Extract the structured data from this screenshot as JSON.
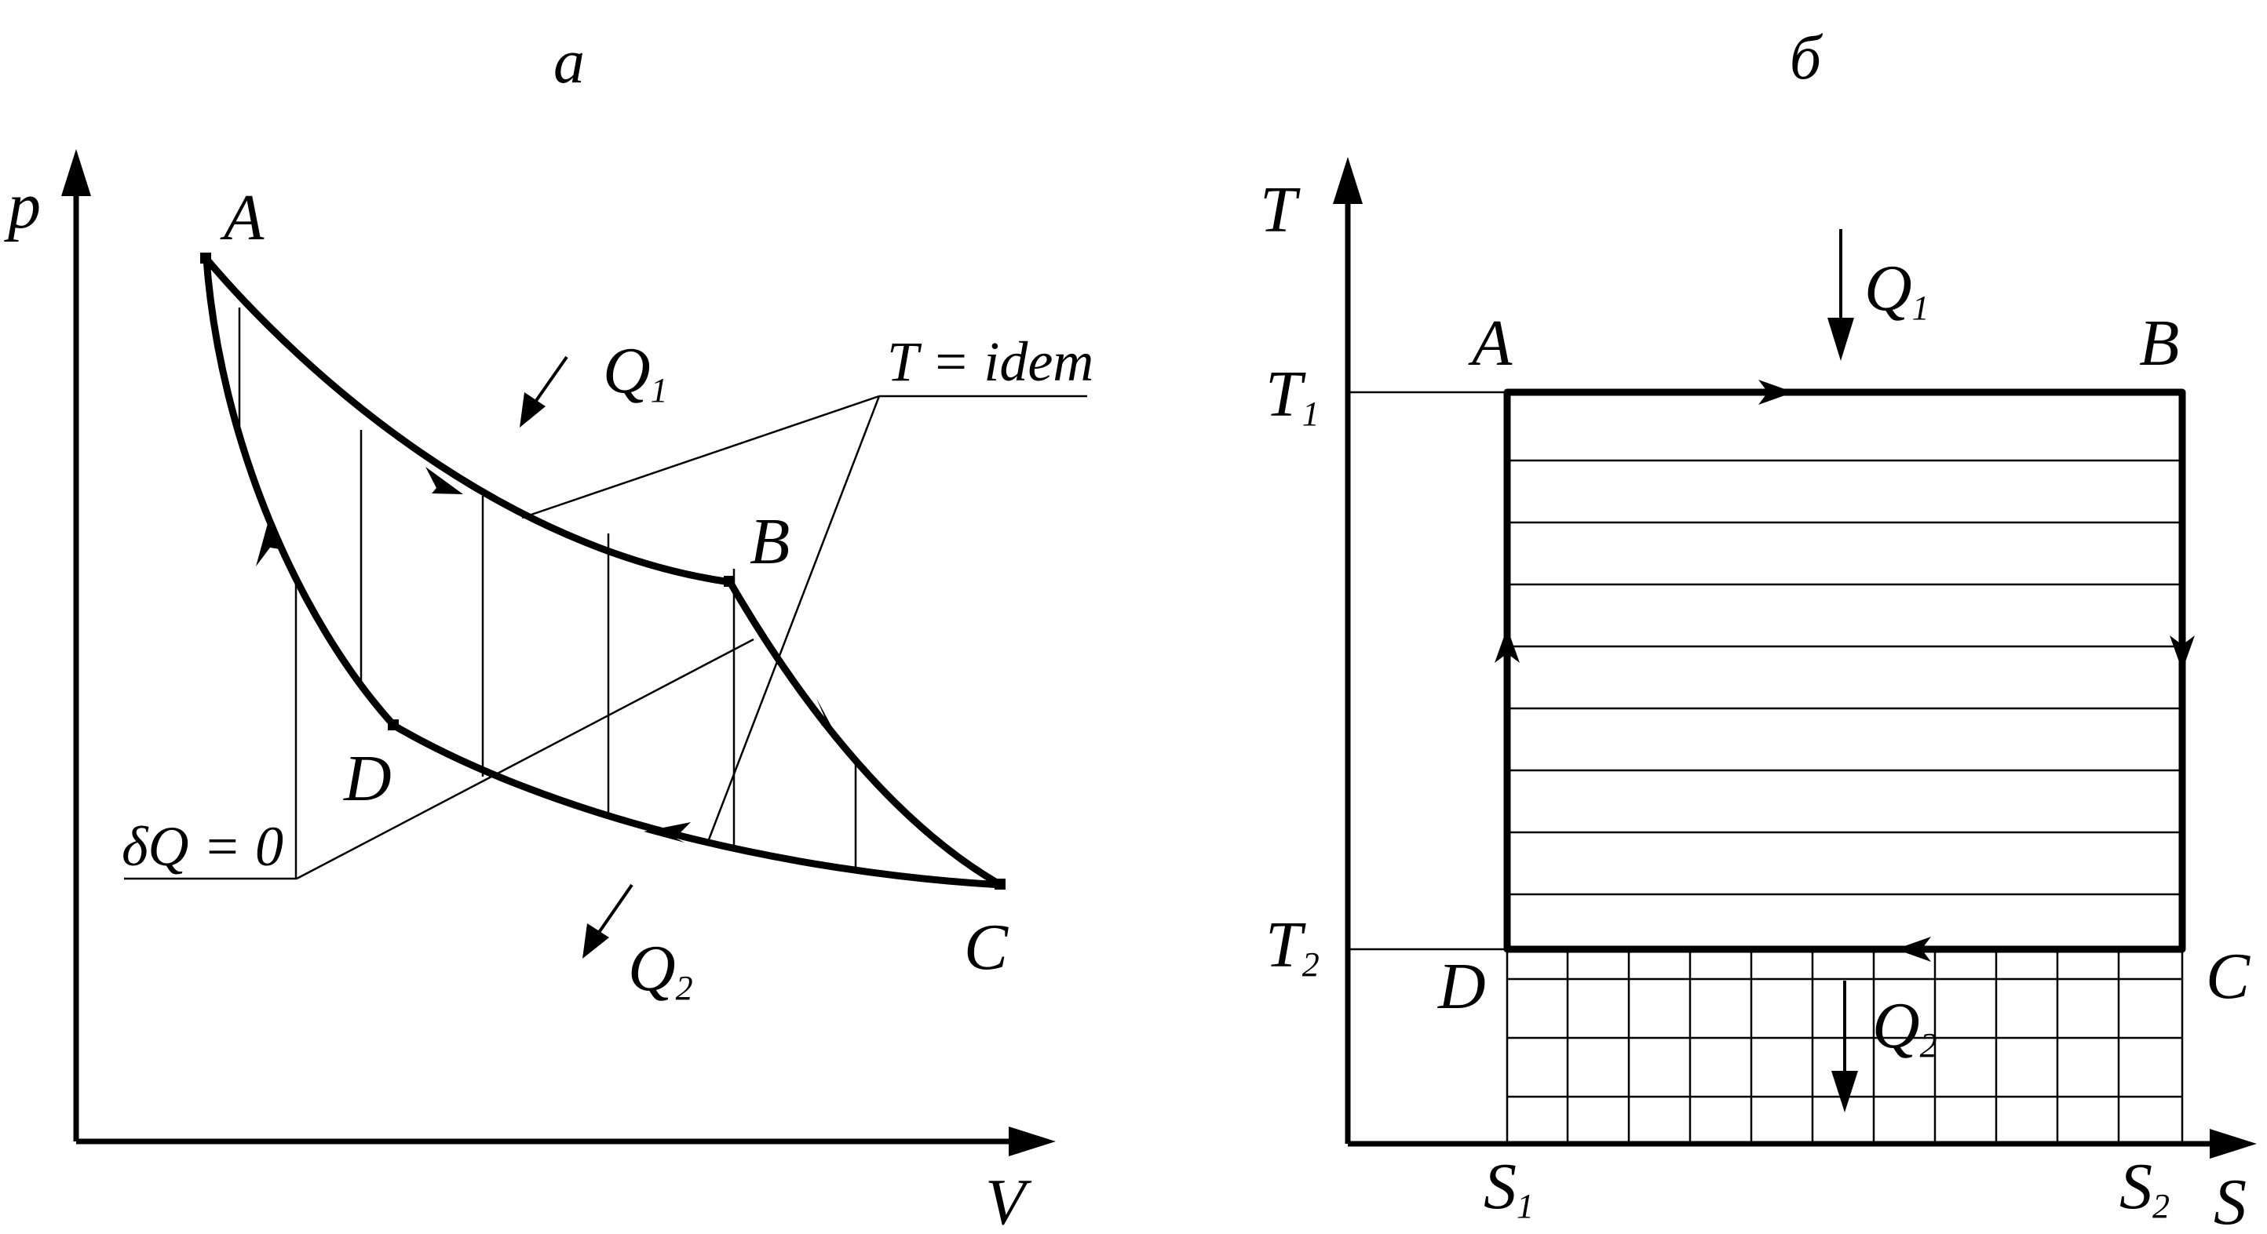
{
  "panel_a": {
    "title": "а",
    "axis_y": "p",
    "axis_x": "V",
    "points": {
      "A": "A",
      "B": "B",
      "C": "C",
      "D": "D"
    },
    "q1": {
      "main": "Q",
      "sub": "1"
    },
    "q2": {
      "main": "Q",
      "sub": "2"
    },
    "isotherm_label": "T = idem",
    "adiabat_label": "δQ = 0"
  },
  "panel_b": {
    "title": "б",
    "axis_y": "T",
    "axis_x": "S",
    "t1": {
      "main": "T",
      "sub": "1"
    },
    "t2": {
      "main": "T",
      "sub": "2"
    },
    "s1": {
      "main": "S",
      "sub": "1"
    },
    "s2": {
      "main": "S",
      "sub": "2"
    },
    "points": {
      "A": "A",
      "B": "B",
      "C": "C",
      "D": "D"
    },
    "q1": {
      "main": "Q",
      "sub": "1"
    },
    "q2": {
      "main": "Q",
      "sub": "2"
    }
  }
}
